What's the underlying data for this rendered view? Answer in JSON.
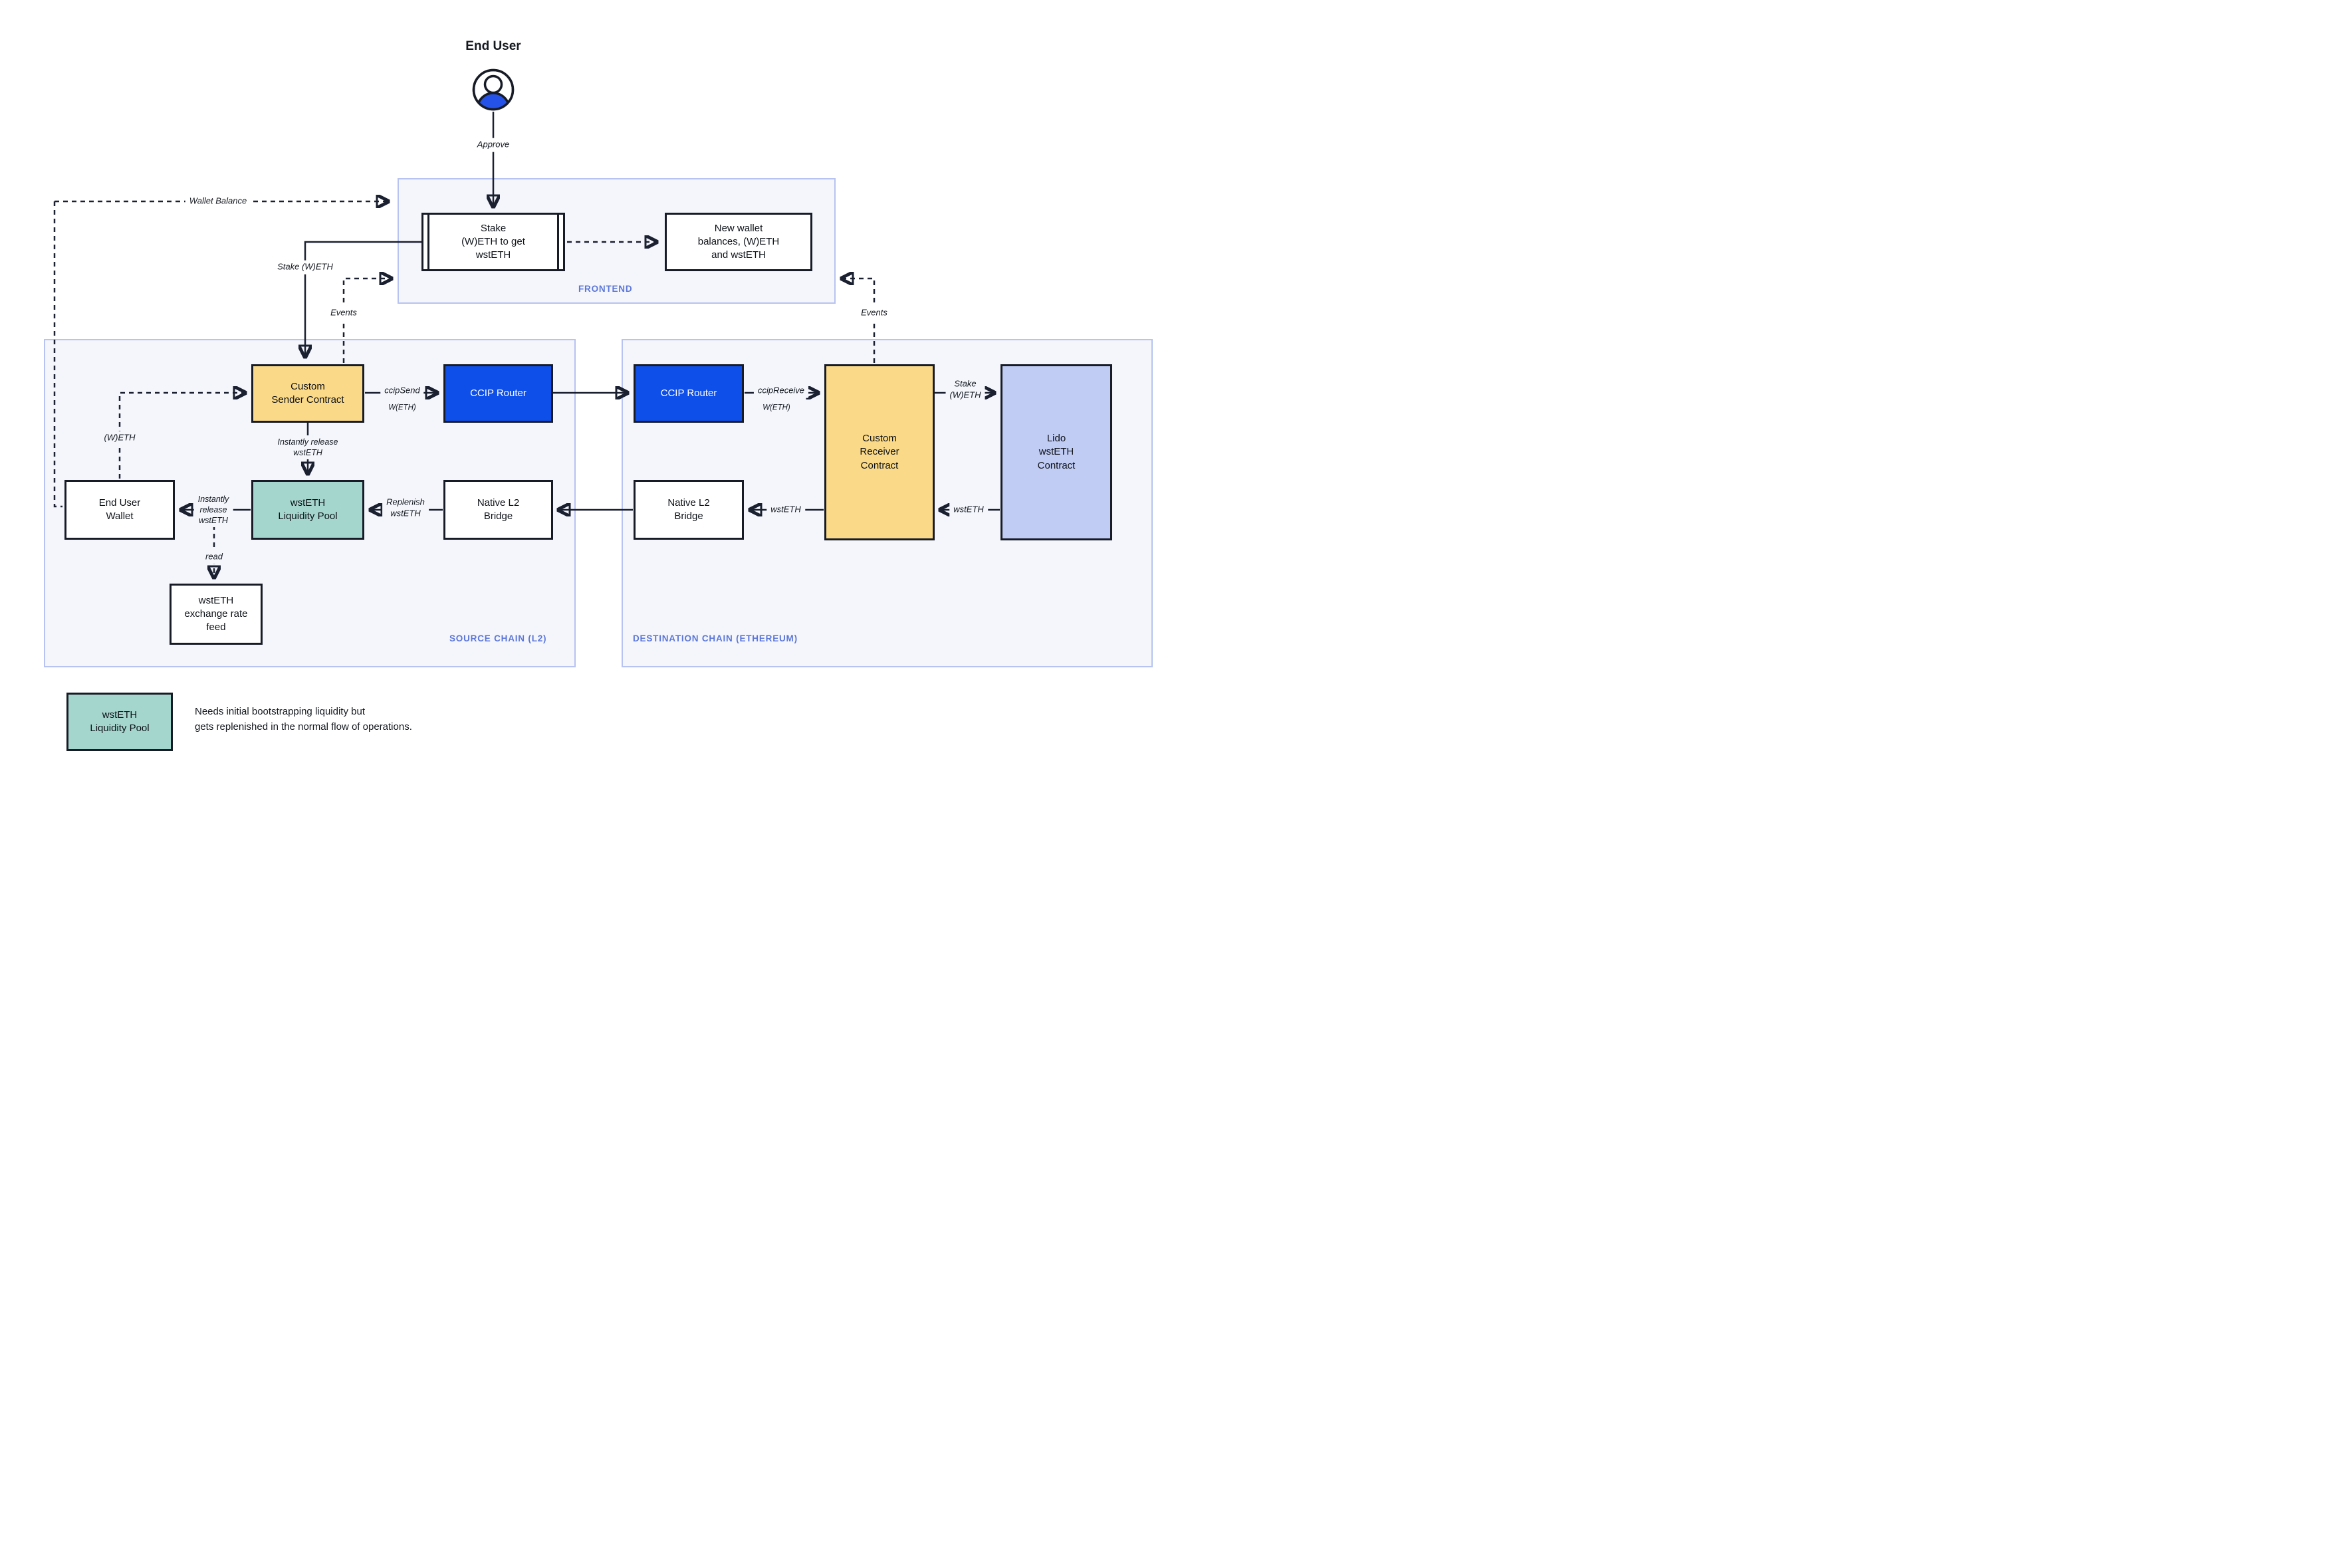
{
  "colors": {
    "contract_yellow": "#fad988",
    "ccip_blue": "#0e4fea",
    "pool_teal": "#a5d6ce",
    "lido_purple": "#c0ccf4",
    "panel_background": "#f4f6fc",
    "panel_border": "#b7c3f0",
    "section_label_blue": "#5b76d8",
    "line_dark": "#1a2030",
    "person_body_blue": "#2553ea"
  },
  "end_user": {
    "title": "End User",
    "approve_label": "Approve"
  },
  "frontend": {
    "label": "FRONTEND",
    "stake_box": "Stake\n(W)ETH to get\nwstETH",
    "new_wallet_box": "New wallet\nbalances, (W)ETH\nand wstETH"
  },
  "source_chain": {
    "label": "SOURCE CHAIN (L2)",
    "custom_sender": "Custom\nSender Contract",
    "ccip_router": "CCIP Router",
    "end_user_wallet": "End User\nWallet",
    "liquidity_pool": "wstETH\nLiquidity Pool",
    "native_bridge": "Native L2\nBridge",
    "exchange_rate_feed": "wstETH\nexchange rate\nfeed"
  },
  "destination_chain": {
    "label": "DESTINATION CHAIN (ETHEREUM)",
    "ccip_router": "CCIP Router",
    "custom_receiver": "Custom\nReceiver\nContract",
    "lido_contract": "Lido\nwstETH\nContract",
    "native_bridge": "Native L2\nBridge"
  },
  "edges": {
    "wallet_balance": "Wallet Balance",
    "stake_weth": "Stake (W)ETH",
    "events_left": "Events",
    "events_right": "Events",
    "ccip_send": "ccipSend",
    "ccip_send_token": "W(ETH)",
    "ccip_receive": "ccipReceive",
    "ccip_receive_token": "W(ETH)",
    "weth": "(W)ETH",
    "instantly_release_vertical": "Instantly release\nwstETH",
    "instantly_release_horizontal": "Instantly\nrelease\nwstETH",
    "replenish": "Replenish\nwstETH",
    "read": "read",
    "stake_weth_right": "Stake\n(W)ETH",
    "wsteth_right": "wstETH",
    "wsteth_mid": "wstETH"
  },
  "legend": {
    "box_label": "wstETH\nLiquidity Pool",
    "note": "Needs initial bootstrapping liquidity but\ngets replenished in the normal flow of operations."
  }
}
